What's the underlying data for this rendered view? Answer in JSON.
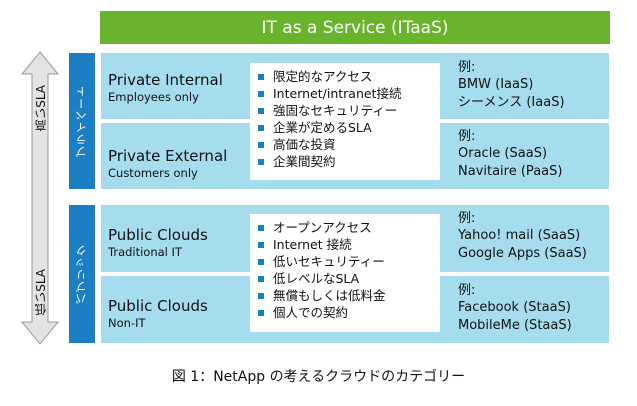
{
  "title": "IT as a Service (ITaaS)",
  "sla": {
    "high": "高いSLA",
    "low": "低いSLA"
  },
  "groups": [
    {
      "category": "プライベート",
      "items": [
        "限定的なアクセス",
        "Internet/intranet接続",
        "強固なセキュリティー",
        "企業が定めるSLA",
        "高価な投資",
        "企業間契約"
      ],
      "rows": [
        {
          "title": "Private Internal",
          "subtitle": "Employees only",
          "examples_head": "例:",
          "examples": [
            "BMW (IaaS)",
            "シーメンス (IaaS)"
          ]
        },
        {
          "title": "Private External",
          "subtitle": "Customers only",
          "examples_head": "例:",
          "examples": [
            "Oracle (SaaS)",
            "Navitaire (PaaS)"
          ]
        }
      ]
    },
    {
      "category": "パブリック",
      "items": [
        "オープンアクセス",
        "Internet 接続",
        "低いセキュリティー",
        "低レベルなSLA",
        "無償もしくは低料金",
        "個人での契約"
      ],
      "rows": [
        {
          "title": "Public Clouds",
          "subtitle": "Traditional IT",
          "examples_head": "例:",
          "examples": [
            "Yahoo! mail (SaaS)",
            "Google Apps (SaaS)"
          ]
        },
        {
          "title": "Public Clouds",
          "subtitle": "Non-IT",
          "examples_head": "例:",
          "examples": [
            "Facebook (StaaS)",
            "MobileMe (StaaS)"
          ]
        }
      ]
    }
  ],
  "caption": "図 1：NetApp の考えるクラウドのカテゴリー",
  "colors": {
    "title_bar": "#6ab42d",
    "category_bar": "#1c7fc2",
    "row_bg": "#a6ddee",
    "bullet": "#1c7fc2",
    "arrow": "#d9d9d9"
  }
}
